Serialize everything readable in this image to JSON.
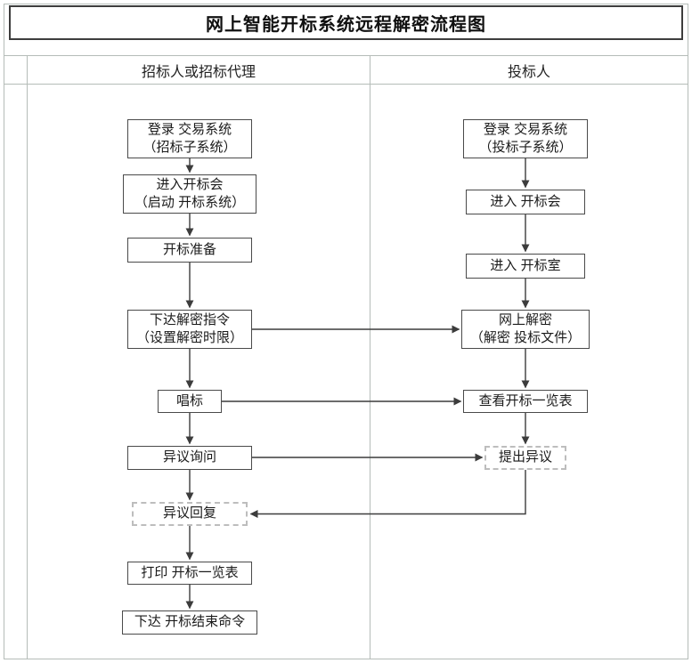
{
  "title": "网上智能开标系统远程解密流程图",
  "lanes": {
    "left": {
      "header": "招标人或招标代理"
    },
    "right": {
      "header": "投标人"
    }
  },
  "nodes": {
    "left": [
      {
        "label": "登录 交易系统\n（招标子系统）"
      },
      {
        "label": "进入开标会\n（启动 开标系统）"
      },
      {
        "label": "开标准备"
      },
      {
        "label": "下达解密指令\n（设置解密时限）"
      },
      {
        "label": "唱标"
      },
      {
        "label": "异议询问"
      },
      {
        "label": "异议回复"
      },
      {
        "label": "打印 开标一览表"
      },
      {
        "label": "下达 开标结束命令"
      }
    ],
    "right": [
      {
        "label": "登录 交易系统\n（投标子系统）"
      },
      {
        "label": "进入 开标会"
      },
      {
        "label": "进入 开标室"
      },
      {
        "label": "网上解密\n（解密 投标文件）"
      },
      {
        "label": "查看开标一览表"
      },
      {
        "label": "提出异议"
      }
    ]
  },
  "colors": {
    "frame_line": "#b5bcb8",
    "box_border": "#4a4a4a",
    "dashed_border": "#bdbdbd",
    "arrow": "#3c3c3c"
  }
}
